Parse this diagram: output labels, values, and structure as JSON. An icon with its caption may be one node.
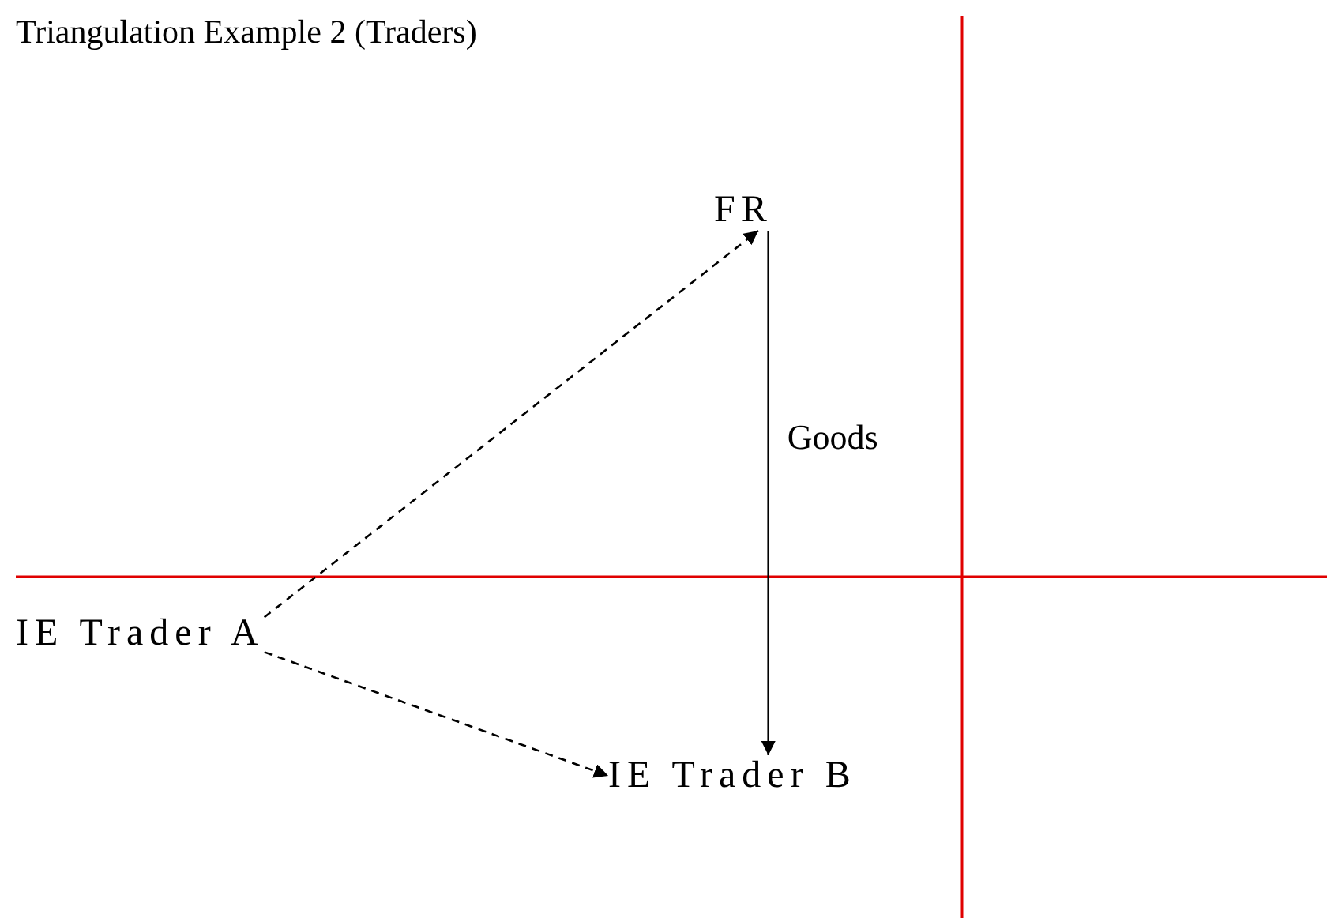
{
  "diagram": {
    "title": "Triangulation Example 2 (Traders)",
    "nodes": [
      {
        "text": [
          "FR"
        ]
      },
      {
        "text": [
          "IE Trader A"
        ]
      },
      {
        "text": [
          "IE Trader B"
        ]
      }
    ],
    "edges": [
      {
        "from": 1,
        "to": 0,
        "arrow": "to",
        "style": "dashed"
      },
      {
        "from": 0,
        "to": 2,
        "arrow": "to",
        "label": "Goods"
      },
      {
        "from": 1,
        "to": 2,
        "arrow": "to",
        "style": "dashed"
      }
    ]
  }
}
